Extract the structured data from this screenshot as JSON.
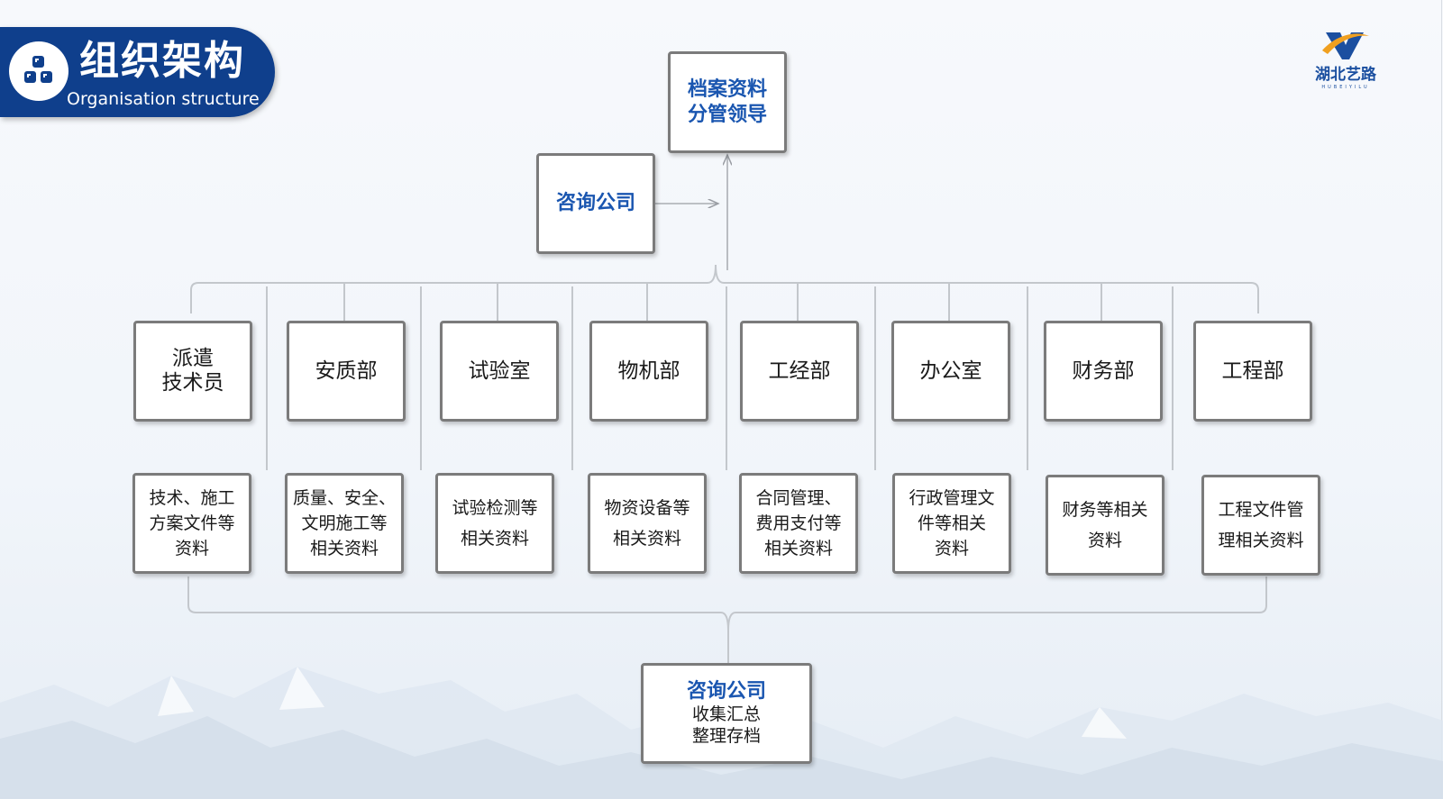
{
  "header": {
    "title": "组织架构",
    "subtitle": "Organisation structure",
    "icon": "blocks-icon"
  },
  "logo": {
    "name": "湖北艺路",
    "small": "HUBEIYILU"
  },
  "top": {
    "leader": [
      "档案资料",
      "分管领导"
    ],
    "consult": "咨询公司"
  },
  "departments": [
    [
      "派遣",
      "技术员"
    ],
    [
      "安质部"
    ],
    [
      "试验室"
    ],
    [
      "物机部"
    ],
    [
      "工经部"
    ],
    [
      "办公室"
    ],
    [
      "财务部"
    ],
    [
      "工程部"
    ]
  ],
  "documents": [
    [
      "技术、施工",
      "方案文件等",
      "资料"
    ],
    [
      "质量、安全、",
      "文明施工等",
      "相关资料"
    ],
    [
      "试验检测等",
      "相关资料"
    ],
    [
      "物资设备等",
      "相关资料"
    ],
    [
      "合同管理、",
      "费用支付等",
      "相关资料"
    ],
    [
      "行政管理文",
      "件等相关",
      "资料"
    ],
    [
      "财务等相关",
      "资料"
    ],
    [
      "工程文件管",
      "理相关资料"
    ]
  ],
  "bottom": {
    "title": "咨询公司",
    "lines": [
      "收集汇总",
      "整理存档"
    ]
  },
  "colors": {
    "brand_blue": "#0f3f8c",
    "text_blue": "#1a56b0",
    "box_border": "#7b7b7b",
    "connector": "#c3c7cc",
    "logo_orange": "#f0a020"
  }
}
